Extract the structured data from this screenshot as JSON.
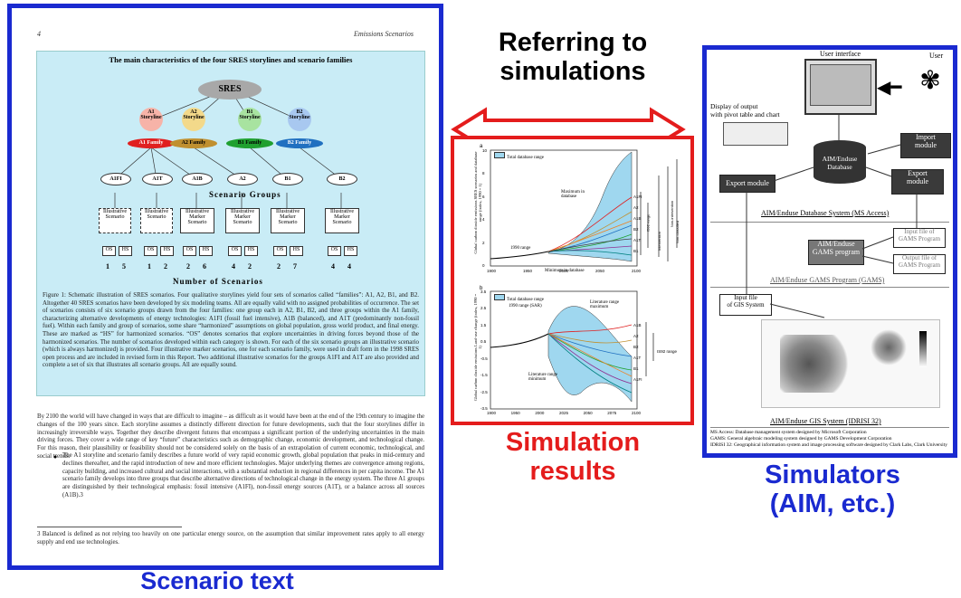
{
  "labels": {
    "scenario_text": "Scenario text",
    "simulation_results": "Simulation\nresults",
    "simulators": "Simulators\n(AIM, etc.)",
    "referring": "Referring to\nsimulations"
  },
  "document": {
    "page_number": "4",
    "header_right": "Emissions Scenarios",
    "figure_title": "The main characteristics of the four SRES storylines and scenario families",
    "root": "SRES",
    "storylines": [
      "A1\nStoryline",
      "A2\nStoryline",
      "B1\nStoryline",
      "B2\nStoryline"
    ],
    "families": [
      "A1 Family",
      "A2 Family",
      "B1 Family",
      "B2 Family"
    ],
    "groups": [
      "A1FI",
      "A1T",
      "A1B",
      "A2",
      "B1",
      "B2"
    ],
    "scenario_groups_label": "Scenario  Groups",
    "boxes": [
      "Illustrative\nScenario",
      "Illustrative\nScenario",
      "Illustrative\nMarker\nScenario",
      "Illustrative\nMarker\nScenario",
      "Illustrative\nMarker\nScenario",
      "Illustrative\nMarker\nScenario"
    ],
    "os_hs": [
      "OS",
      "HS",
      "OS",
      "HS",
      "OS",
      "HS",
      "OS",
      "HS",
      "OS",
      "HS",
      "OS",
      "HS"
    ],
    "counts": [
      "1",
      "5",
      "1",
      "2",
      "2",
      "6",
      "4",
      "2",
      "2",
      "7",
      "4",
      "4"
    ],
    "number_label": "Number  of  Scenarios",
    "caption": "Figure 1: Schematic illustration of SRES scenarios. Four qualitative storylines yield four sets of scenarios called “families”: A1, A2, B1, and B2. Altogether 40 SRES scenarios have been developed by six modeling teams. All are equally valid with no assigned probabilities of occurrence. The set of scenarios consists of six scenario groups drawn from the four families: one group each in A2, B1, B2, and three groups within the A1 family, characterizing alternative developments of energy technologies: A1FI (fossil fuel intensive), A1B (balanced), and A1T (predominantly non-fossil fuel). Within each family and group of scenarios, some share “harmonized” assumptions on global population, gross world product, and final energy. These are marked as “HS” for harmonized scenarios. “OS” denotes scenarios that explore uncertainties in driving forces beyond those of the harmonized scenarios. The number of scenarios developed within each category is shown. For each of the six scenario groups an illustrative scenario (which is always harmonized) is provided. Four illustrative marker scenarios, one for each scenario family, were used in draft form in the 1998 SRES open process and are included in revised form in this Report. Two additional illustrative scenarios for the groups A1FI and A1T are also provided and complete a set of six that illustrates all scenario groups. All are equally sound.",
    "body1": "By 2100 the world will have changed in ways that are difficult to imagine – as difficult as it would have been at the end of the 19th century to imagine the changes of the 100 years since. Each storyline assumes a distinctly different direction for future developments, such that the four storylines differ in increasingly irreversible ways. Together they describe divergent futures that encompass a significant portion of the underlying uncertainties in the main driving forces. They cover a wide range of key “future” characteristics such as demographic change, economic development, and technological change. For this reason, their plausibility or feasibility should not be considered solely on the basis of an extrapolation of current economic, technological, and social trends.",
    "bullet": "The A1 storyline and scenario family describes a future world of very rapid economic growth, global population that peaks in mid-century and declines thereafter, and the rapid introduction of new and more efficient technologies. Major underlying themes are convergence among regions, capacity building, and increased cultural and social interactions, with a substantial reduction in regional differences in per capita income. The A1 scenario family develops into three groups that describe alternative directions of technological change in the energy system. The three A1 groups are distinguished by their technological emphasis: fossil intensive (A1FI), non-fossil energy sources (A1T), or a balance across all sources (A1B).3",
    "footnote": "3 Balanced is defined as not relying too heavily on one particular energy source, on the assumption that similar improvement rates apply to all energy supply and end use technologies."
  },
  "charts": {
    "panel_a": "a",
    "panel_b": "b",
    "legend_a": "Total database range",
    "legend_b": "Total database range",
    "ylabel_a": "Global carbon dioxide emissions SRES scenarios and database range (index, 1990 = 1)",
    "ylabel_b": "Global carbon dioxide emissions Land-use change (index, 1990 = 1)",
    "max_label": "Maximum in database",
    "min_label": "Minimum in database",
    "range_1990": "1990 range",
    "range_1990_b": "1990 range (SAR)",
    "lit_max": "Literature range maximum",
    "lit_min": "Literature range minimum",
    "x_ticks_a": [
      "1900",
      "1950",
      "2000",
      "2050",
      "2100"
    ],
    "x_ticks_b": [
      "1900",
      "1950",
      "2000",
      "2025",
      "2050",
      "2075",
      "2100"
    ],
    "y_ticks_a": [
      "10",
      "8",
      "6",
      "4",
      "2",
      "0"
    ],
    "y_ticks_b": [
      "3.5",
      "2.5",
      "1.5",
      "0.5",
      "-0.5",
      "-1.5",
      "-2.5",
      "-3.5"
    ],
    "series_labels_a": [
      "A1FI",
      "A2",
      "A1B",
      "B2",
      "A1T",
      "B1"
    ],
    "series_labels_b": [
      "A1B",
      "A2",
      "B2",
      "A1T",
      "B1",
      "A1FI"
    ],
    "ranges_a": [
      "IS92 range",
      "Intervention",
      "Non-intervention",
      "Non-classified"
    ],
    "range_b": "IS92 range"
  },
  "simulator": {
    "user_interface": "User interface",
    "user": "User",
    "display_output": "Display of output\nwith pivot table and chart",
    "import_module": "Import\nmodule",
    "database": "AIM/Enduse\nDatabase",
    "export_module_left": "Export module",
    "export_module_right": "Export\nmodule",
    "db_system": "AIM/Enduse Database System (MS Access)",
    "input_gams": "Input file of\nGAMS Program",
    "gams_program": "AIM/Enduse\nGAMS program",
    "output_gams": "Output file of\nGAMS Program",
    "gams_system": "AIM/Enduse GAMS Program (GAMS)",
    "input_gis": "Input file\nof GIS System",
    "gis_system": "AIM/Enduse GIS System (IDRISI 32)",
    "note1": "MS Access: Database management system designed by Microsoft Corporation",
    "note2": "GAMS: General algebraic modeling system designed by GAMS Development Corporation",
    "note3": "IDRISI 32: Geographical information system and image processing software designed by Clark Labs, Clark University"
  },
  "colors": {
    "blue_border": "#1a2ad0",
    "red": "#e41c1c",
    "doc_fill": "#c9ecf6",
    "label_blue": "#1a2ad0"
  }
}
